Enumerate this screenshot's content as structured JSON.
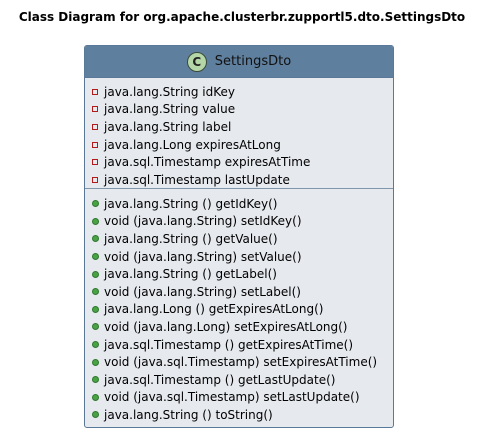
{
  "title": "Class Diagram for org.apache.clusterbr.zupportl5.dto.SettingsDto",
  "class": {
    "stereotype_letter": "C",
    "name": "SettingsDto",
    "fields": [
      "java.lang.String idKey",
      "java.lang.String value",
      "java.lang.String label",
      "java.lang.Long expiresAtLong",
      "java.sql.Timestamp expiresAtTime",
      "java.sql.Timestamp lastUpdate"
    ],
    "methods": [
      "java.lang.String () getIdKey()",
      "void (java.lang.String) setIdKey()",
      "java.lang.String () getValue()",
      "void (java.lang.String) setValue()",
      "java.lang.String () getLabel()",
      "void (java.lang.String) setLabel()",
      "java.lang.Long () getExpiresAtLong()",
      "void (java.lang.Long) setExpiresAtLong()",
      "java.sql.Timestamp () getExpiresAtTime()",
      "void (java.sql.Timestamp) setExpiresAtTime()",
      "java.sql.Timestamp () getLastUpdate()",
      "void (java.sql.Timestamp) setLastUpdate()",
      "java.lang.String () toString()"
    ]
  },
  "colors": {
    "header": "#5f7f9e",
    "body": "#e6e9ee",
    "border": "#5a7897",
    "stereotype_circle": "#b5d6a7",
    "private_marker": "#b31b1b",
    "public_marker": "#4aa146"
  },
  "icons": {
    "stereotype": "class-stereotype-icon",
    "field_visibility": "private-visibility-icon",
    "method_visibility": "public-visibility-icon"
  }
}
